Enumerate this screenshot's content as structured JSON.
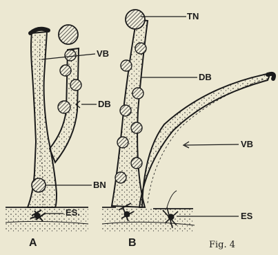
{
  "labels": {
    "tn": "TN",
    "vb_a": "VB",
    "db_b": "DB",
    "db_a": "DB",
    "vb_b": "VB",
    "bn": "BN",
    "es_a": "ES.",
    "es_b": "ES",
    "panel_a": "A",
    "panel_b": "B",
    "caption": "Fig. 4"
  },
  "colors": {
    "paper": "#ece8d2",
    "ink": "#1b1b1b"
  }
}
